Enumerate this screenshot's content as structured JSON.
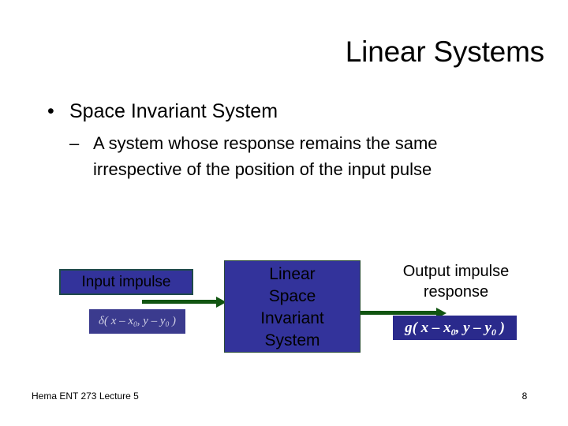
{
  "slide": {
    "title": "Linear Systems",
    "bullets": [
      {
        "marker": "•",
        "text": "Space Invariant System"
      },
      {
        "marker": "–",
        "text": "A system whose response remains the same irrespective of the position of the input pulse"
      }
    ]
  },
  "diagram": {
    "input_label": "Input impulse",
    "input_formula": {
      "prefix": "δ( x – x",
      "sub1": "0",
      "middle": ", y – y",
      "sub2": "0",
      "suffix": " )"
    },
    "system_lines": [
      "Linear",
      "Space",
      "Invariant",
      "System"
    ],
    "output_label": "Output impulse response",
    "output_formula": {
      "prefix": "g( x – x",
      "sub1": "0",
      "middle": ", y – y",
      "sub2": "0",
      "suffix": " )"
    },
    "arrow_in_name": "input-arrow",
    "arrow_out_name": "output-arrow",
    "colors": {
      "box_fill": "#33339b",
      "box_border": "#1f4a4a",
      "arrow": "#115511",
      "text": "#000000",
      "background": "#ffffff"
    }
  },
  "footer": {
    "credit": "Hema ENT 273 Lecture 5",
    "page_number": "8"
  }
}
